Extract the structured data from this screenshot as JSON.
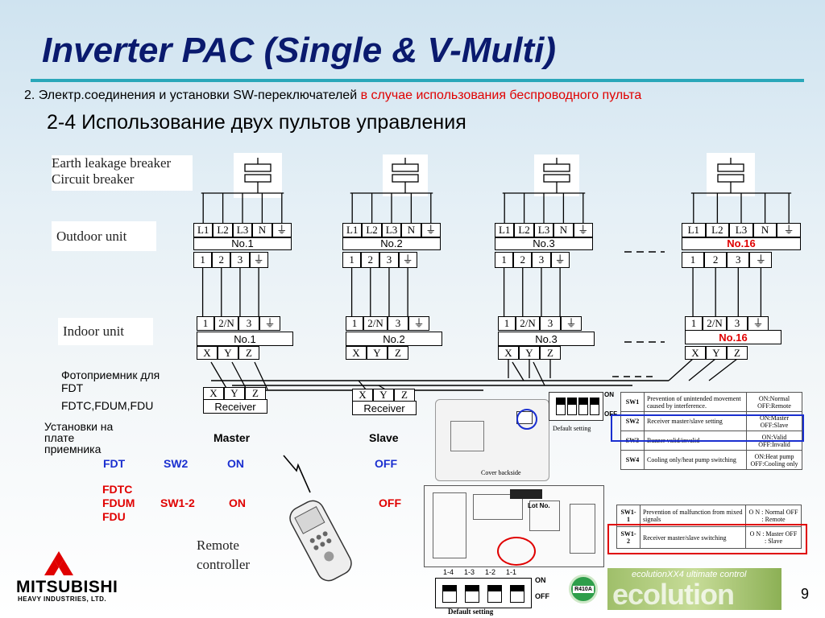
{
  "header": {
    "title": "Inverter PAC (Single & V-Multi)",
    "subtitle_black": "2. Электр.соединения и установки SW-переключателей",
    "subtitle_red": " в случае использования беспроводного пульта",
    "section": "2-4 Использование двух пультов управления"
  },
  "labels": {
    "breaker_line1": "Earth leakage breaker",
    "breaker_line2": "Circuit breaker",
    "outdoor": "Outdoor unit",
    "indoor": "Indoor unit",
    "photo_line1": "Фотоприемник для",
    "photo_line2": "FDT",
    "photo_line3": "FDTC,FDUM,FDU",
    "board_line1": "Установки на",
    "board_line2": "плате",
    "board_line3": "приемника",
    "remote_line1": "Remote",
    "remote_line2": "controller",
    "receiver": "Receiver"
  },
  "terminals": {
    "outdoor_top": [
      "L1",
      "L2",
      "L3",
      "N",
      "⏚"
    ],
    "outdoor_bottom": [
      "1",
      "2",
      "3",
      "⏚"
    ],
    "indoor_top": [
      "1",
      "2/N",
      "3",
      "⏚"
    ],
    "indoor_bottom": [
      "X",
      "Y",
      "Z"
    ],
    "receiver_top": [
      "X",
      "Y",
      "Z"
    ]
  },
  "units": {
    "no1": "No.1",
    "no2": "No.2",
    "no3": "No.3",
    "no16": "No.16"
  },
  "settings": {
    "master": "Master",
    "slave": "Slave",
    "fdt": "FDT",
    "sw2": "SW2",
    "fdt_master": "ON",
    "fdt_slave": "OFF",
    "fdtc": "FDTC",
    "fdum": "FDUM",
    "fdu": "FDU",
    "sw12": "SW1-2",
    "fdtc_master": "ON",
    "fdtc_slave": "OFF"
  },
  "board_labels": {
    "cover_backside": "Cover backside",
    "default_setting_top": "Default setting",
    "on": "ON",
    "off": "OFF",
    "on_top": "ON",
    "off_top": "OFF",
    "lot_no": "Lot No.",
    "dip_labels": [
      "1-4",
      "1-3",
      "1-2",
      "1-1"
    ],
    "default_setting_bottom": "Default setting",
    "r410a": "R410A"
  },
  "table_sw1": [
    {
      "sw": "SW1",
      "desc": "Prevention of unintended movement caused by interference.",
      "val": "ON:Normal OFF:Remote"
    },
    {
      "sw": "SW2",
      "desc": "Receiver master/slave setting",
      "val": "ON:Master OFF:Slave"
    },
    {
      "sw": "SW3",
      "desc": "Buzzer valid/invalid",
      "val": "ON:Valid OFF:Invalid"
    },
    {
      "sw": "SW4",
      "desc": "Cooling only/heat pump switching",
      "val": "ON:Heat pump OFF:Cooling only"
    }
  ],
  "table_sw2": [
    {
      "sw": "SW1-1",
      "desc": "Prevention of malfunction from mixed signals",
      "val": "O N : Normal OFF : Remote"
    },
    {
      "sw": "SW1-2",
      "desc": "Receiver master/slave switching",
      "val": "O N : Master OFF : Slave"
    }
  ],
  "footer": {
    "logo": "MITSUBISHI",
    "logo_sub": "HEAVY INDUSTRIES, LTD.",
    "eco_small": "ecolutionXX4 ultimate control",
    "eco_big": "ecolution",
    "page": "9"
  },
  "colors": {
    "title": "#0a1a6e",
    "rule": "#2aa7b9",
    "red": "#e00000",
    "blue": "#1a2fd0"
  }
}
